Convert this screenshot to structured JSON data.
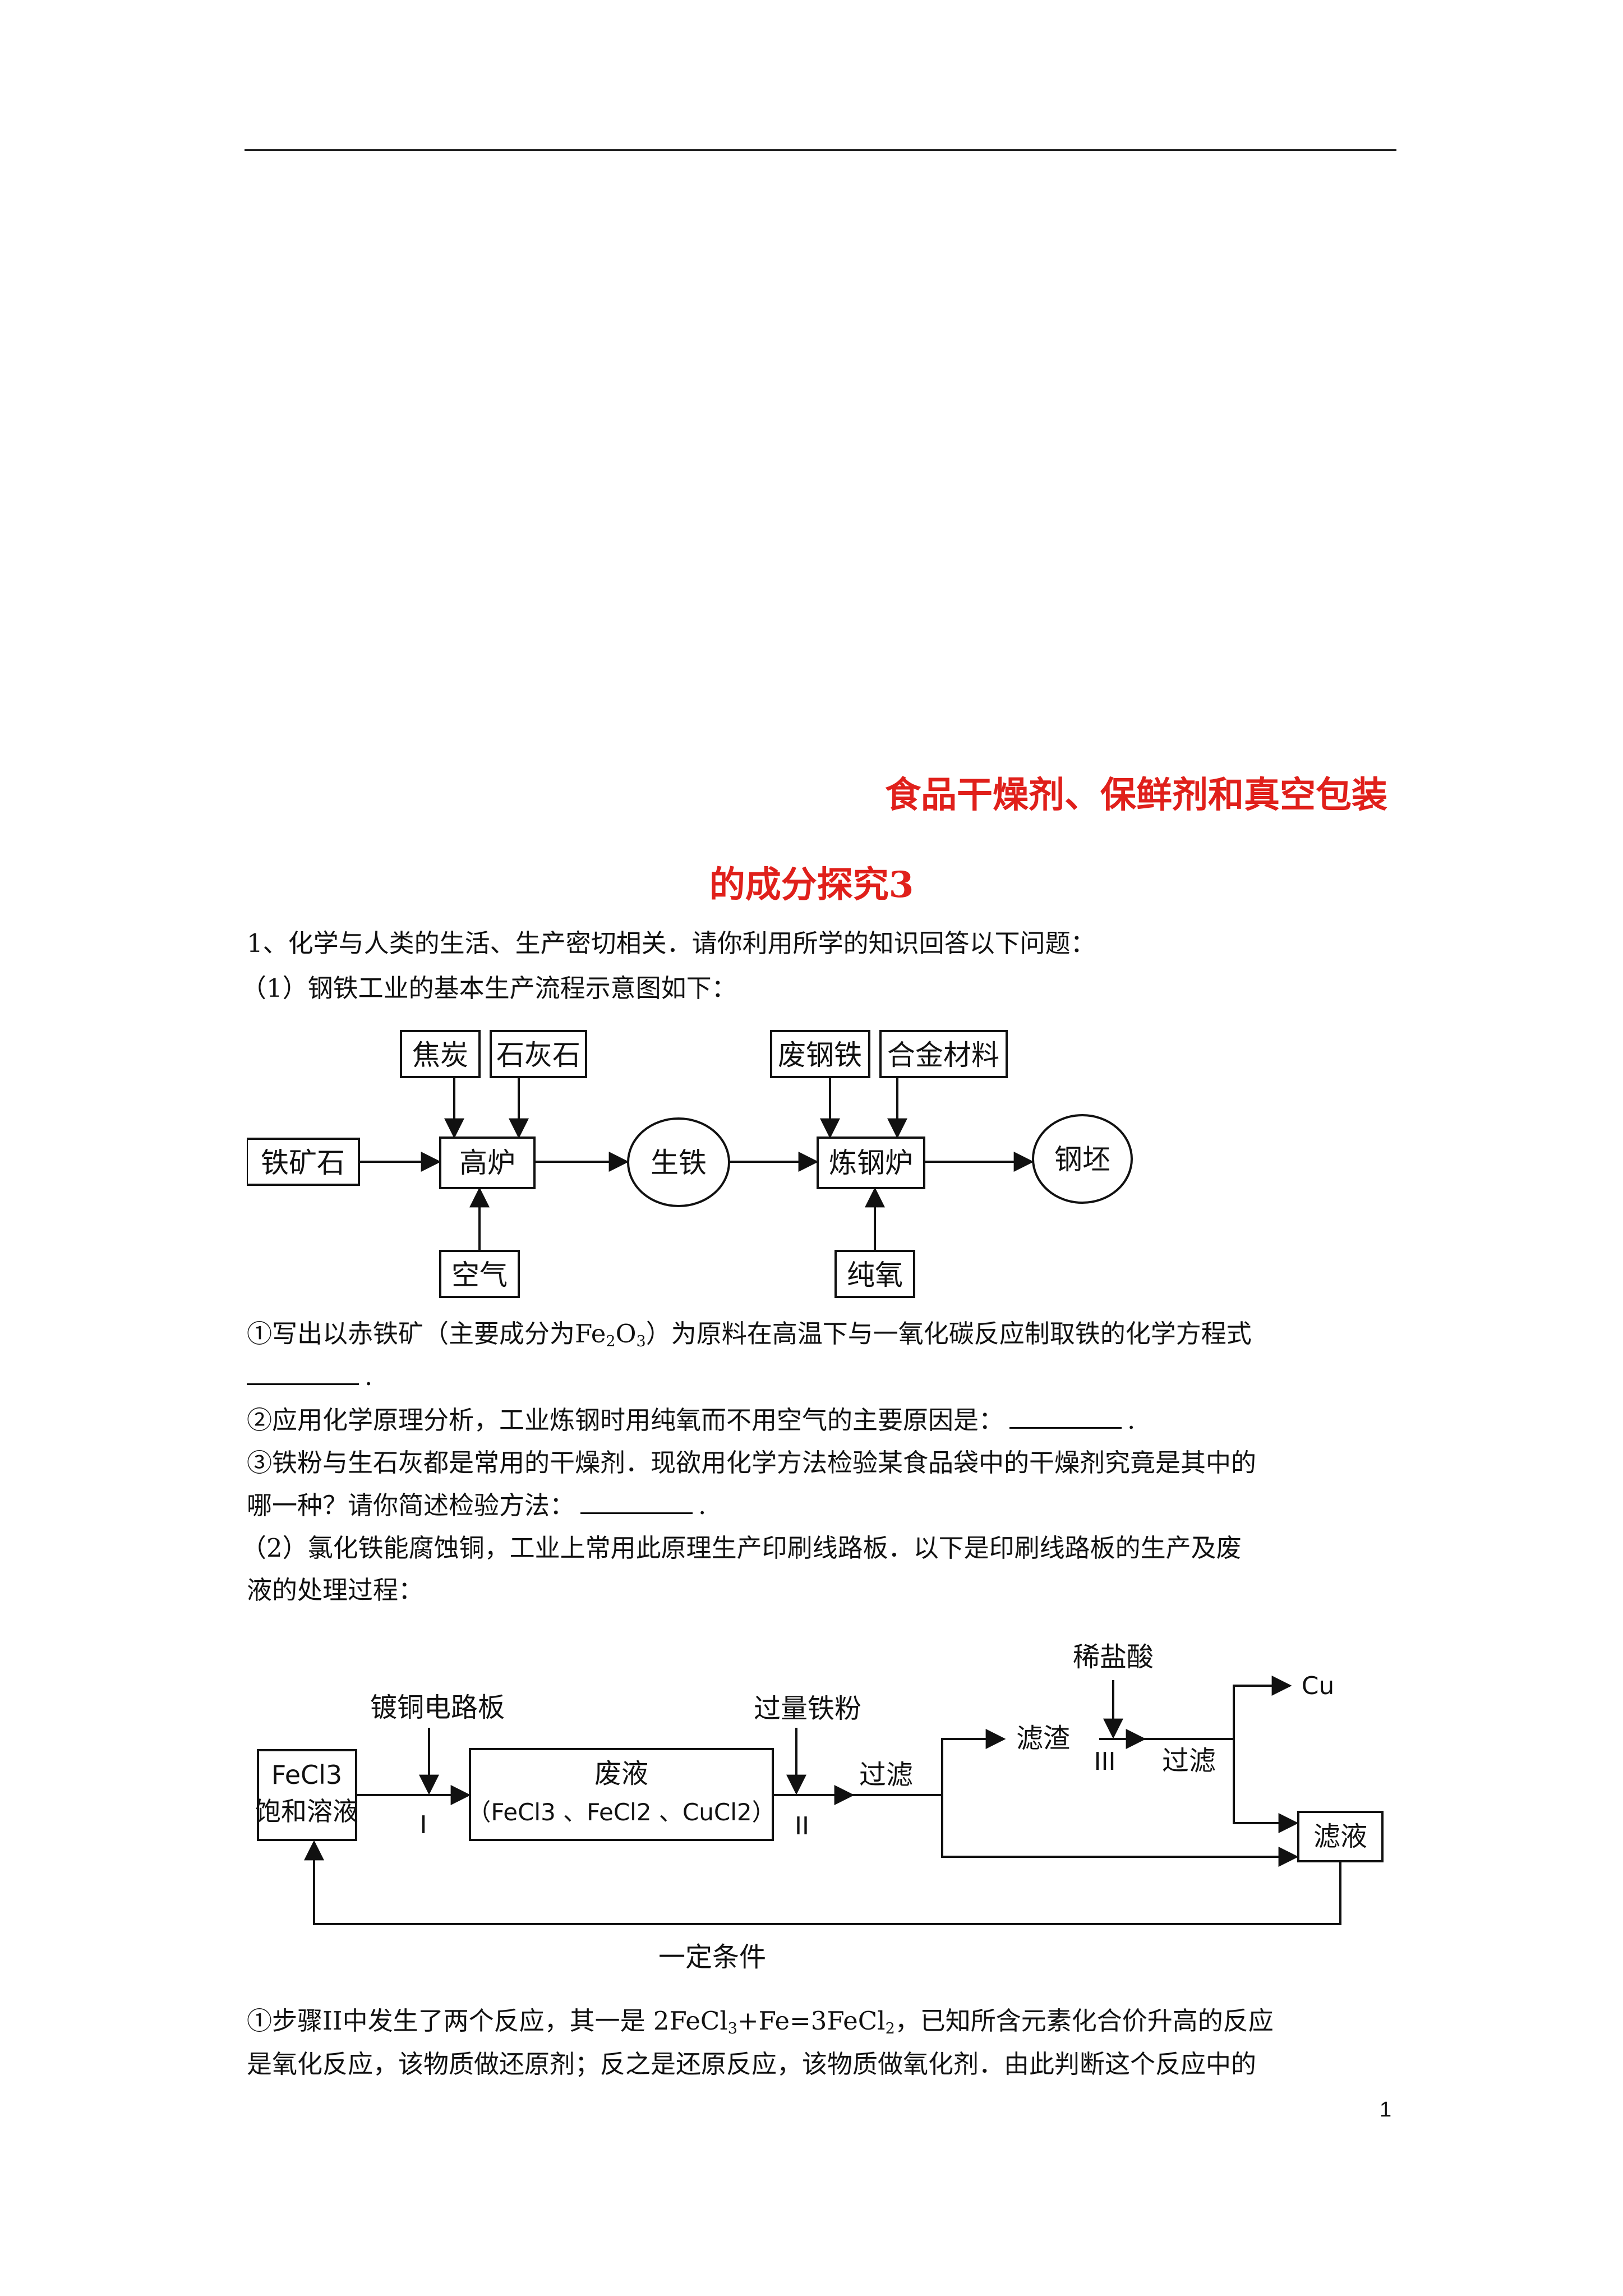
{
  "title": {
    "line1": "食品干燥剂、保鲜剂和真空包装",
    "line2": "的成分探究3"
  },
  "question1": {
    "intro": "1、化学与人类的生活、生产密切相关．请你利用所学的知识回答以下问题：",
    "part1_intro": "（1）钢铁工业的基本生产流程示意图如下：",
    "q1_line1_pre": "①写出以赤铁矿（主要成分为Fe",
    "q1_sub2": "2",
    "q1_mid": "O",
    "q1_sub3": "3",
    "q1_line1_post": "）为原料在高温下与一氧化碳反应制取铁的化学方程式",
    "q1_line2_end": ".",
    "q2_text": "②应用化学原理分析，工业炼钢时用纯氧而不用空气的主要原因是：",
    "q2_end": ".",
    "q3_line1": "③铁粉与生石灰都是常用的干燥剂．现欲用化学方法检验某食品袋中的干燥剂究竟是其中的",
    "q3_line2": "哪一种？请你简述检验方法：",
    "q3_end": ".",
    "part2_line1": "（2）氯化铁能腐蚀铜，工业上常用此原理生产印刷线路板．以下是印刷线路板的生产及废",
    "part2_line2": "液的处理过程：",
    "step_line1_pre": "①步骤",
    "step_line1_roman": "II",
    "step_line1_mid": "中发生了两个反应，其一是 2FeCl",
    "step_sub3": "3",
    "step_line1_mid2": "+Fe=3FeCl",
    "step_sub2": "2",
    "step_line1_post": "，已知所含元素化合价升高的反应",
    "step_line2": "是氧化反应，该物质做还原剂；反之是还原反应，该物质做氧化剂．由此判断这个反应中的"
  },
  "diagram1": {
    "coke": "焦炭",
    "limestone": "石灰石",
    "iron_ore": "铁矿石",
    "blast_furnace": "高炉",
    "pig_iron": "生铁",
    "air": "空气",
    "scrap_steel": "废钢铁",
    "alloy_materials": "合金材料",
    "steel_furnace": "炼钢炉",
    "pure_oxygen": "纯氧",
    "steel_billet": "钢坯"
  },
  "diagram2": {
    "fecl3": "FeCl3",
    "saturated_solution": "饱和溶液",
    "copper_board": "镀铜电路板",
    "step_I": "I",
    "waste_liquid": "废液",
    "waste_components": "（FeCl3 、FeCl2 、CuCl2）",
    "excess_iron": "过量铁粉",
    "step_II": "II",
    "filter1": "过滤",
    "residue": "滤渣",
    "dilute_hcl": "稀盐酸",
    "step_III": "III",
    "filter2": "过滤",
    "cu": "Cu",
    "filtrate": "滤液",
    "condition": "一定条件"
  },
  "page_number": "1"
}
